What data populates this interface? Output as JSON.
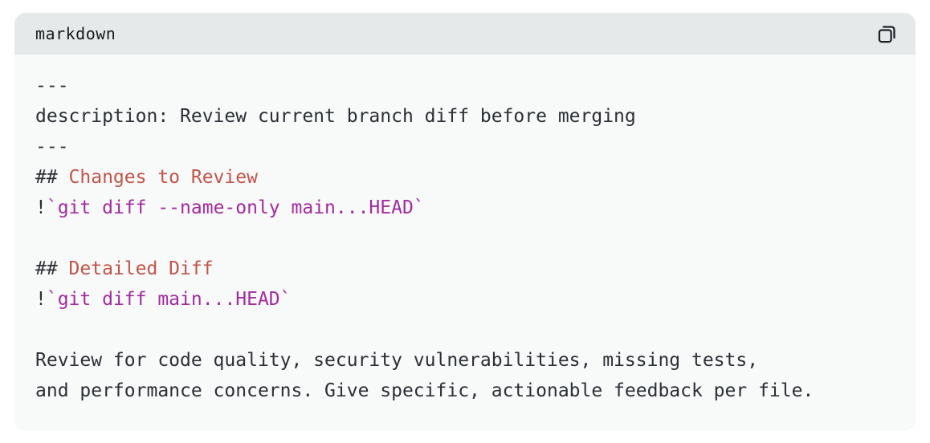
{
  "colors": {
    "page_bg": "#ffffff",
    "header_bg": "#e6e9ea",
    "body_bg": "#f8f9f9",
    "text": "#2b3036",
    "header_text": "#17191c",
    "icon": "#1d2125",
    "heading_red": "#c15449",
    "code_magenta": "#a32ba1"
  },
  "code_block": {
    "language_label": "markdown",
    "copy_icon": "copy-icon",
    "lines": [
      [
        {
          "t": "---",
          "c": "plain"
        }
      ],
      [
        {
          "t": "description: Review current branch diff before merging",
          "c": "plain"
        }
      ],
      [
        {
          "t": "---",
          "c": "plain"
        }
      ],
      [
        {
          "t": "## ",
          "c": "plain"
        },
        {
          "t": "Changes to Review",
          "c": "heading"
        }
      ],
      [
        {
          "t": "!",
          "c": "plain"
        },
        {
          "t": "`git diff --name-only main...HEAD`",
          "c": "code"
        }
      ],
      [],
      [
        {
          "t": "## ",
          "c": "plain"
        },
        {
          "t": "Detailed Diff",
          "c": "heading"
        }
      ],
      [
        {
          "t": "!",
          "c": "plain"
        },
        {
          "t": "`git diff main...HEAD`",
          "c": "code"
        }
      ],
      [],
      [
        {
          "t": "Review for code quality, security vulnerabilities, missing tests,",
          "c": "plain"
        }
      ],
      [
        {
          "t": "and performance concerns. Give specific, actionable feedback per file.",
          "c": "plain"
        }
      ]
    ]
  }
}
